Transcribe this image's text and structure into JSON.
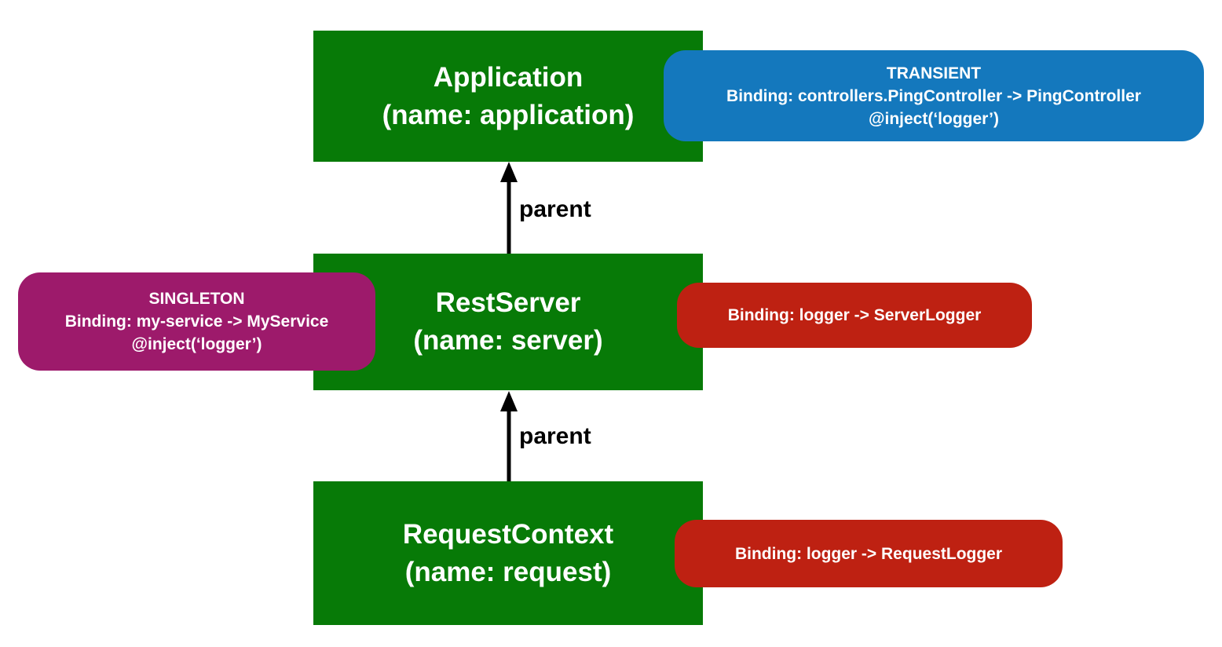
{
  "colors": {
    "green": "#077A07",
    "blue": "#1478BD",
    "purple": "#9D1A6B",
    "red": "#BE2112",
    "arrow": "#000000"
  },
  "nodes": [
    {
      "id": "application",
      "label": "Application",
      "sublabel": "(name: application)"
    },
    {
      "id": "restserver",
      "label": "RestServer",
      "sublabel": "(name: server)"
    },
    {
      "id": "requestcontext",
      "label": "RequestContext",
      "sublabel": "(name: request)"
    }
  ],
  "edges": [
    {
      "from": "restserver",
      "to": "application",
      "label": "parent"
    },
    {
      "from": "requestcontext",
      "to": "restserver",
      "label": "parent"
    }
  ],
  "annotations": [
    {
      "id": "transient",
      "scope": "TRANSIENT",
      "binding": "Binding: controllers.PingController -> PingController",
      "inject": "@inject(‘logger’)",
      "attached_to": "application"
    },
    {
      "id": "singleton",
      "scope": "SINGLETON",
      "binding": "Binding: my-service -> MyService",
      "inject": "@inject(‘logger’)",
      "attached_to": "restserver"
    },
    {
      "id": "serverlogger",
      "binding": "Binding: logger -> ServerLogger",
      "attached_to": "restserver"
    },
    {
      "id": "requestlogger",
      "binding": "Binding: logger -> RequestLogger",
      "attached_to": "requestcontext"
    }
  ]
}
